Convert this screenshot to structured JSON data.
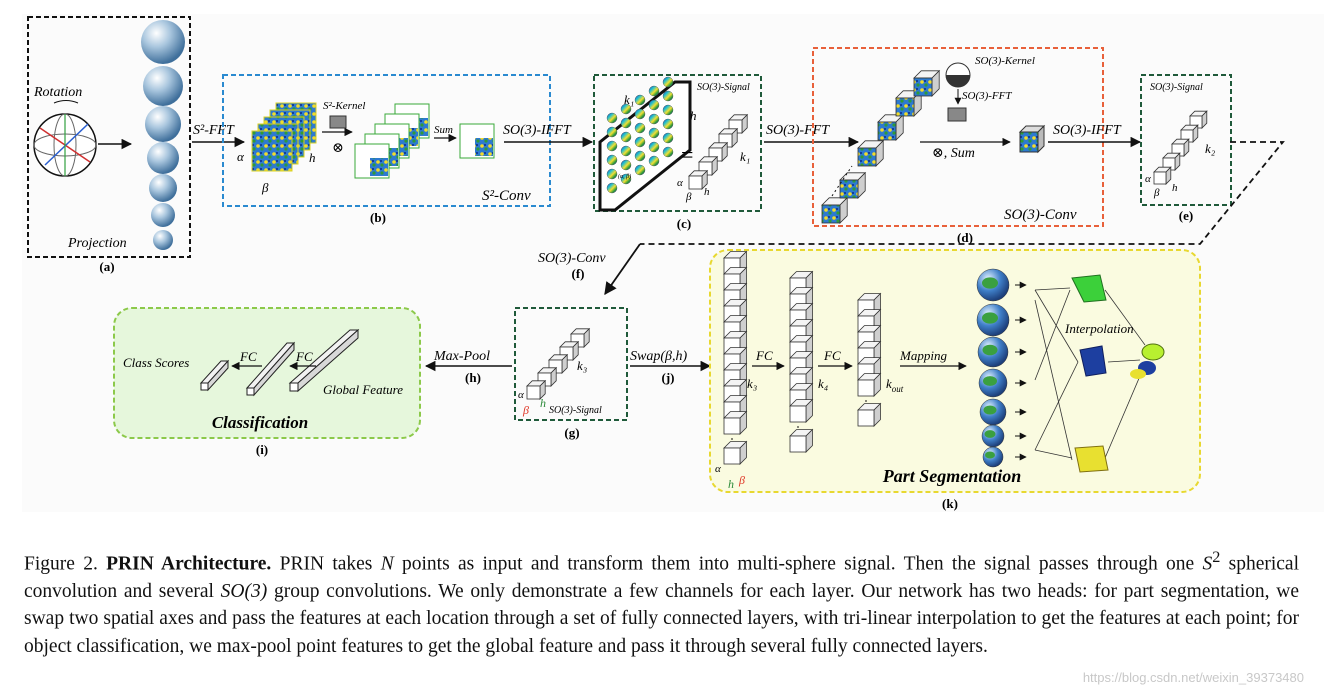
{
  "panels": {
    "a": {
      "id": "(a)",
      "rotation": "Rotation",
      "projection": "Projection"
    },
    "b": {
      "id": "(b)",
      "arrow_in": "S²-FFT",
      "kernel": "S²-Kernel",
      "sum": "Sum",
      "alpha": "α",
      "beta": "β",
      "h": "h",
      "name": "S²-Conv"
    },
    "c": {
      "id": "(c)",
      "arrow_in": "SO(3)-IFFT",
      "k1": "k₁",
      "h": "h",
      "signal": "SO(3)-Signal",
      "alpha": "α",
      "beta": "β",
      "pair": "(α, β)"
    },
    "d": {
      "id": "(d)",
      "arrow_in": "SO(3)-FFT",
      "kernel": "SO(3)-Kernel",
      "fft": "SO(3)-FFT",
      "sum": "⊗, Sum",
      "name": "SO(3)-Conv"
    },
    "e": {
      "id": "(e)",
      "arrow_in": "SO(3)-IFFT",
      "signal": "SO(3)-Signal",
      "k2": "k₂",
      "alpha": "α",
      "beta": "β",
      "h": "h"
    },
    "f": {
      "id": "(f)",
      "label": "SO(3)-Conv"
    },
    "g": {
      "id": "(g)",
      "k3": "k₃",
      "signal": "SO(3)-Signal",
      "alpha": "α",
      "beta": "β",
      "h": "h"
    },
    "h": {
      "id": "(h)",
      "label": "Max-Pool"
    },
    "i": {
      "id": "(i)",
      "class_scores": "Class Scores",
      "fc1": "FC",
      "fc2": "FC",
      "global": "Global Feature",
      "title": "Classification"
    },
    "j": {
      "id": "(j)",
      "label": "Swap(β,h)"
    },
    "k": {
      "id": "(k)",
      "fc1": "FC",
      "fc2": "FC",
      "mapping": "Mapping",
      "interp": "Interpolation",
      "k3": "k₃",
      "k4": "k₄",
      "kout_main": "k",
      "kout_sub": "out",
      "alpha": "α",
      "beta": "β",
      "h": "h",
      "title": "Part Segmentation"
    }
  },
  "colors": {
    "panel_a_border": "#111111",
    "panel_b_border": "#2a8ad0",
    "panel_green_border": "#1f5a3a",
    "panel_d_border": "#e8603a",
    "classification_fill": "#e6f7dc",
    "classification_border": "#8cc94a",
    "segmentation_fill": "#fafbe0",
    "segmentation_border": "#e8d830",
    "beta_red": "#e03a2a",
    "h_green": "#2c8a3a"
  },
  "caption": {
    "fig_label": "Figure 2.",
    "bold": "PRIN Architecture.",
    "t1": " PRIN takes ",
    "N": "N",
    "t2": " points as input and transform them into multi-sphere signal. Then the signal passes through one ",
    "S": "S",
    "sup": "2",
    "t3": " spherical convolution and several ",
    "so3": "SO(3)",
    "t4": " group convolutions. We only demonstrate a few channels for each layer. Our network has two heads: for part segmentation, we swap two spatial axes and pass the features at each location through a set of fully connected layers, with tri-linear interpolation to get the features at each point; for object classification, we max-pool point features to get the global feature and pass it through several fully connected layers."
  },
  "watermark": "https://blog.csdn.net/weixin_39373480"
}
